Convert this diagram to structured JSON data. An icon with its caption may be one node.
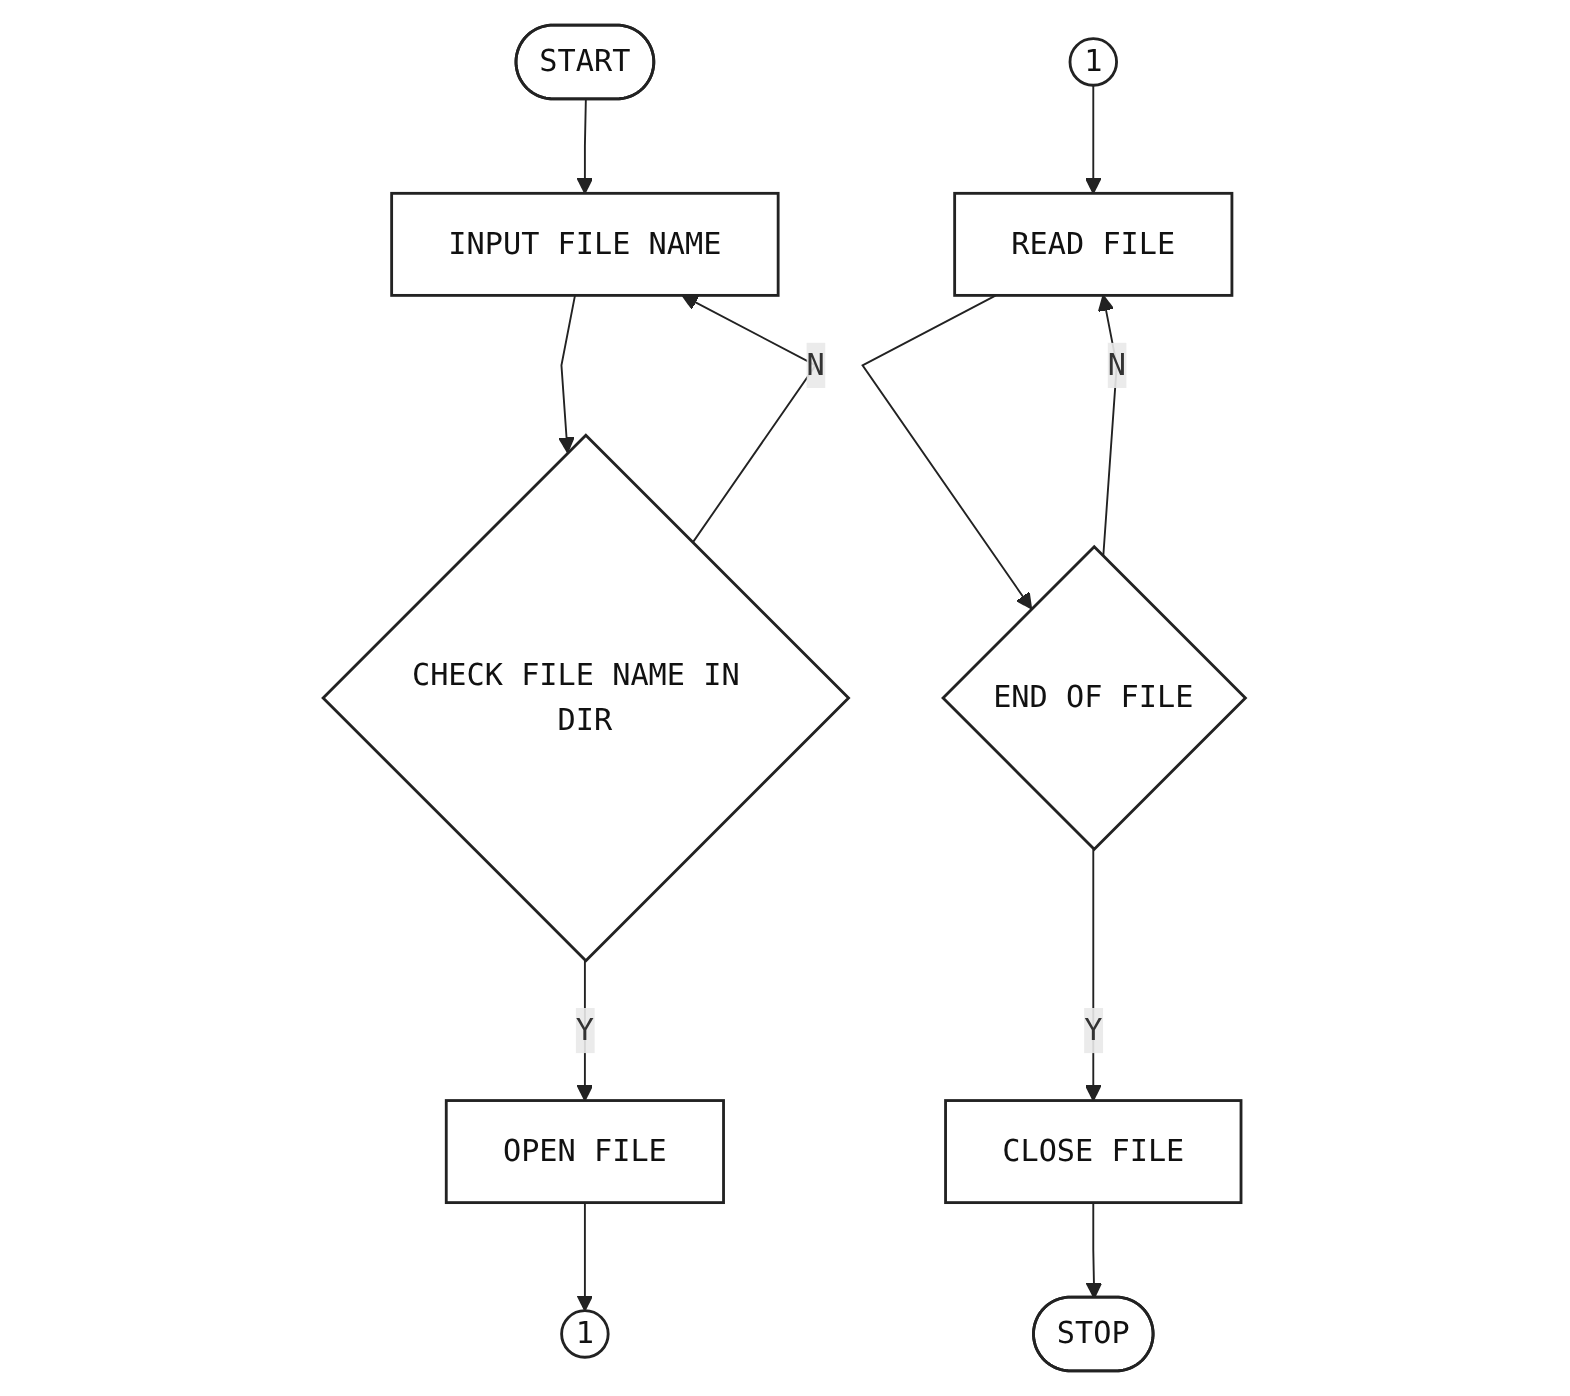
{
  "diagram": {
    "nodes": [
      {
        "text": [
          "START"
        ]
      },
      {
        "text": [
          "INPUT FILE NAME"
        ]
      },
      {
        "text": [
          "CHECK FILE NAME IN DIR"
        ]
      },
      {
        "text": [
          "OPEN FILE"
        ]
      },
      {
        "text": [
          "1"
        ]
      },
      {
        "text": [
          "1"
        ]
      },
      {
        "text": [
          "READ FILE"
        ]
      },
      {
        "text": [
          "END OF FILE"
        ]
      },
      {
        "text": [
          "CLOSE FILE"
        ]
      },
      {
        "text": [
          "STOP"
        ]
      }
    ],
    "edges": [
      {
        "from": 0,
        "to": 1,
        "arrow": "to"
      },
      {
        "from": 1,
        "to": 2,
        "arrow": "to"
      },
      {
        "from": 2,
        "to": 1,
        "arrow": "to",
        "label": "N"
      },
      {
        "from": 2,
        "to": 3,
        "arrow": "to",
        "label": "Y"
      },
      {
        "from": 3,
        "to": 4,
        "arrow": "to"
      },
      {
        "from": 5,
        "to": 6,
        "arrow": "to"
      },
      {
        "from": 6,
        "to": 7,
        "arrow": "to"
      },
      {
        "from": 7,
        "to": 6,
        "arrow": "to",
        "label": "N"
      },
      {
        "from": 7,
        "to": 8,
        "arrow": "to",
        "label": "Y"
      },
      {
        "from": 8,
        "to": 9,
        "arrow": "to"
      }
    ]
  }
}
